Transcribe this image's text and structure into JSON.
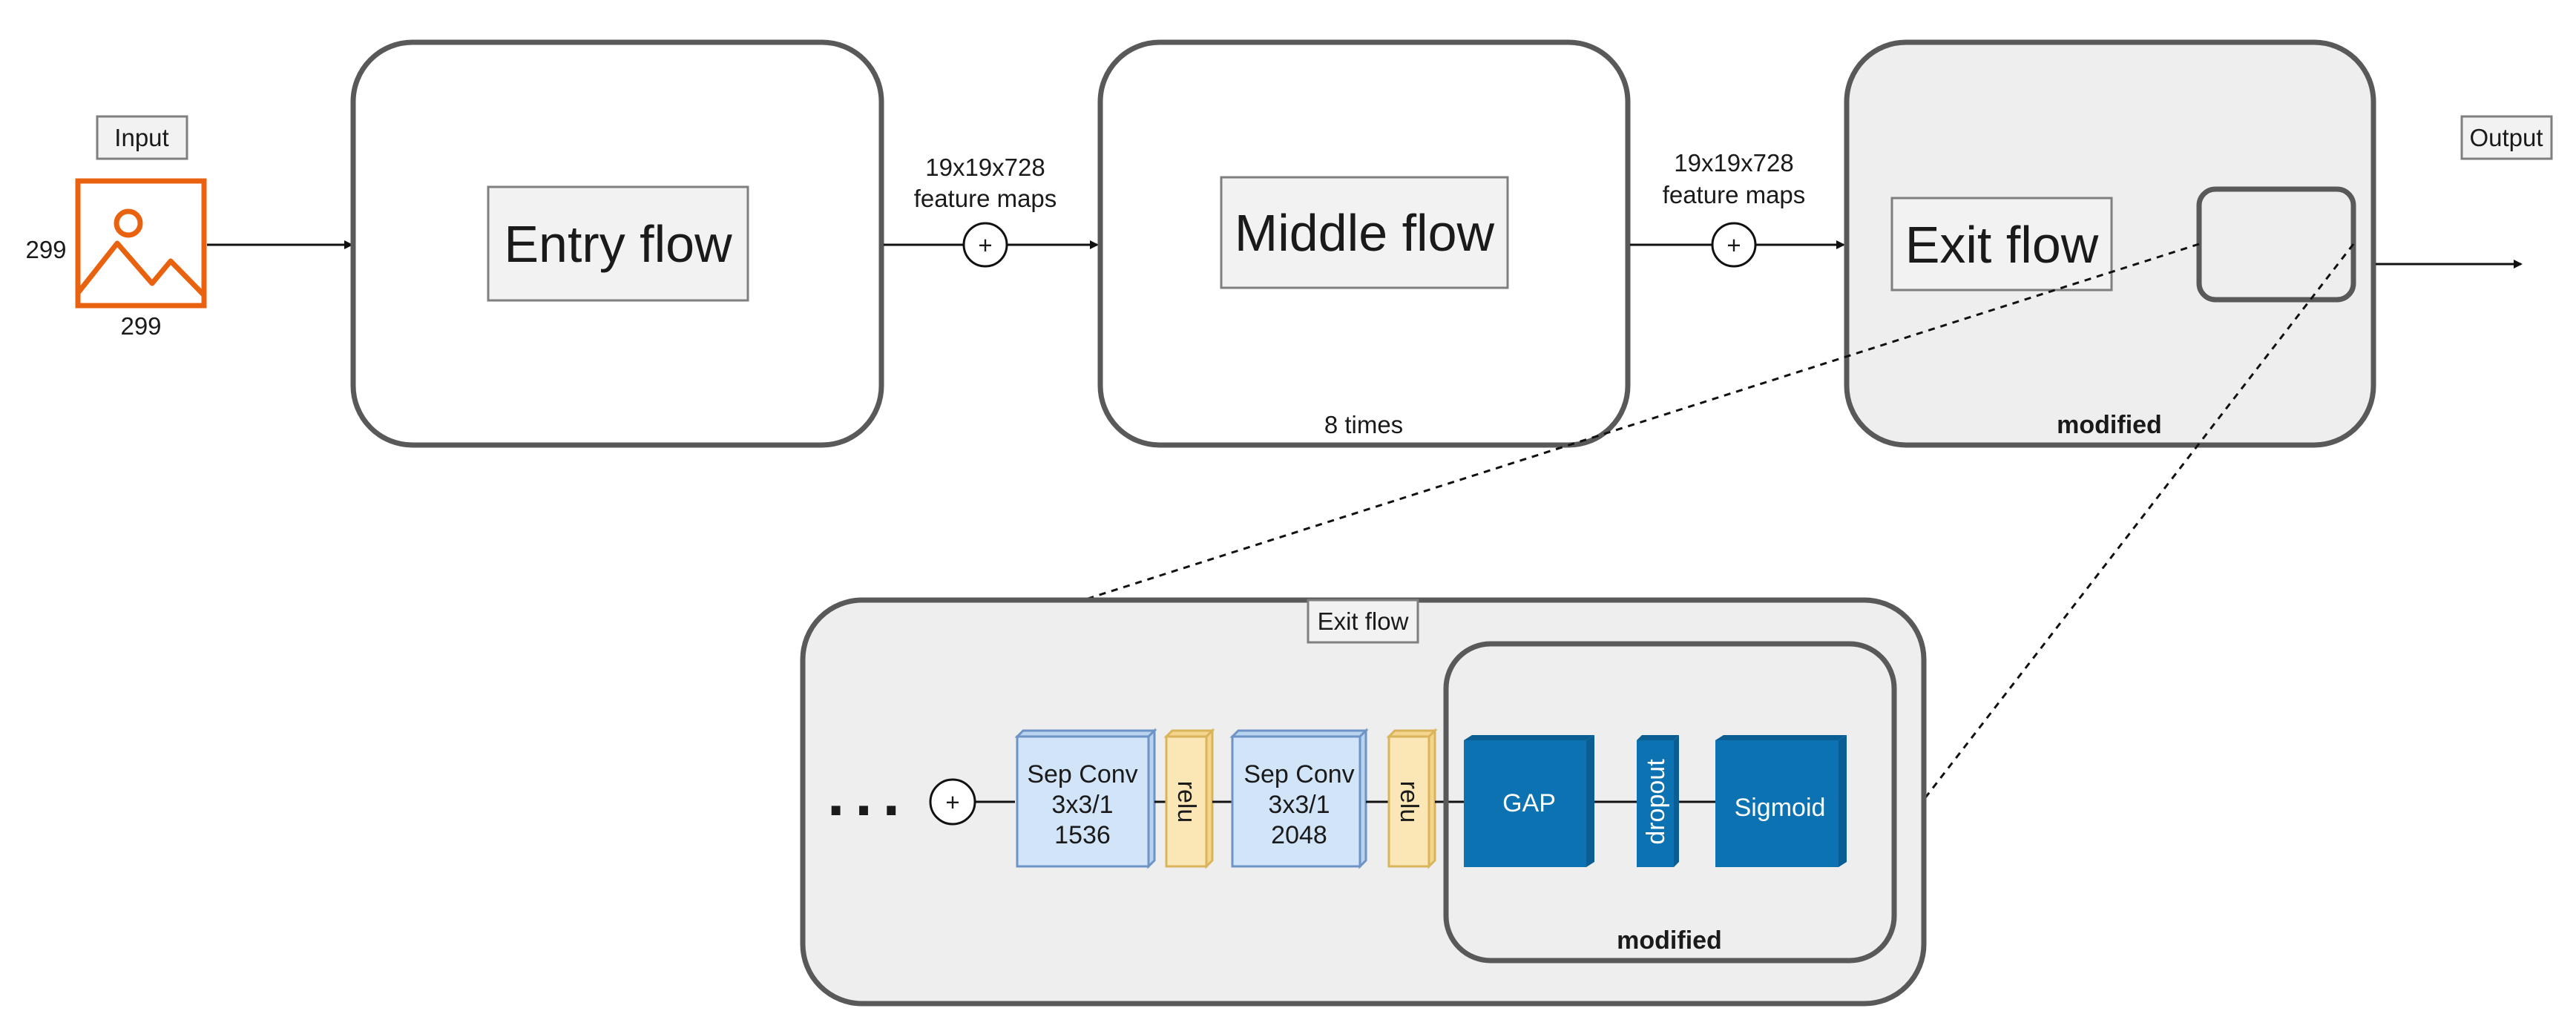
{
  "input": {
    "label": "Input",
    "width": "299",
    "height": "299"
  },
  "output": {
    "label": "Output"
  },
  "edges": {
    "entry_to_middle": {
      "line1": "19x19x728",
      "line2": "feature maps"
    },
    "middle_to_exit": {
      "line1": "19x19x728",
      "line2": "feature maps"
    }
  },
  "blocks": {
    "entry": {
      "title": "Entry flow"
    },
    "middle": {
      "title": "Middle flow",
      "caption": "8 times"
    },
    "exit": {
      "title": "Exit flow",
      "caption": "modified"
    }
  },
  "detail": {
    "title": "Exit flow",
    "ellipsis": "...",
    "add_symbol": "+",
    "sep_conv_1": {
      "line1": "Sep Conv",
      "line2": "3x3/1",
      "line3": "1536"
    },
    "relu_1": "relu",
    "sep_conv_2": {
      "line1": "Sep Conv",
      "line2": "3x3/1",
      "line3": "2048"
    },
    "relu_2": "relu",
    "gap": "GAP",
    "dropout": "dropout",
    "sigmoid": "Sigmoid",
    "modified_caption": "modified"
  },
  "colors": {
    "border": "#595959",
    "panel_fill": "#eeeeee",
    "input_icon": "#e8620f",
    "sep_conv_fill": "#d2e5f8",
    "sep_conv_stroke": "#6d93c7",
    "relu_fill": "#fbe7b5",
    "relu_stroke": "#d9b45a",
    "blue_block": "#0d72b2",
    "blue_block_side": "#0a5e94"
  }
}
